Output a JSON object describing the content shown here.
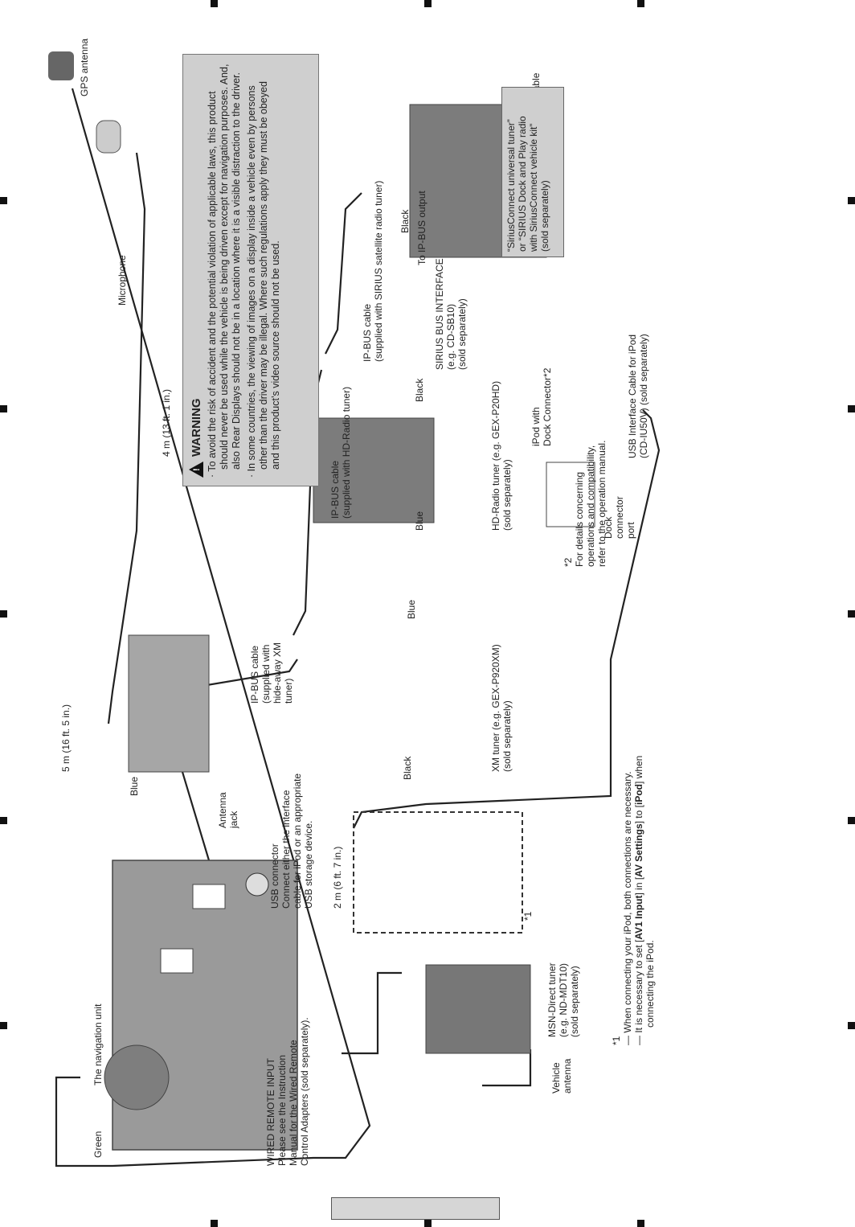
{
  "labels": {
    "gps_antenna": "GPS antenna",
    "microphone": "Microphone",
    "mic_length": "4 m (13 ft. 1 in.)",
    "gps_length": "5 m (16 ft. 5 in.)",
    "green": "Green",
    "nav_unit": "The navigation unit",
    "blue": "Blue",
    "black": "Black",
    "antenna_jack": "Antenna\njack",
    "ipbus_xm": "IP-BUS cable\n(supplied with\nhide-away XM\ntuner)",
    "ipbus_hd": "IP-BUS cable\n(supplied with HD-Radio tuner)",
    "ipbus_sirius": "IP-BUS cable\n(supplied with SIRIUS satellite radio tuner)",
    "xm_tuner": "XM tuner (e.g. GEX-P920XM)\n(sold separately)",
    "hd_tuner": "HD-Radio tuner (e.g. GEX-P20HD)\n(sold separately)",
    "sirius_bus": "SIRIUS BUS INTERFACE\n(e.g. CD-SB10)\n(sold separately)",
    "to_ipbus_output": "To IP-BUS output",
    "siriusconnect_cable": "SiriusConnect Cable\n(sold separately)",
    "sirius_note": "“SiriusConnect universal tuner”\nor “SIRIUS Dock and Play radio\nwith SiriusConnect vehicle kit”\n(sold separately)",
    "usb_connector": "USB connector\nConnect either the interface\ncable for iPod or an appropriate\nUSB storage device.",
    "usb_length": "2 m (6 ft. 7 in.)",
    "star1": "*1",
    "ipod": "iPod with\nDock Connector*2",
    "star2_note": "*2\nFor details concerning\noperations and compatibility,\nrefer to the operation manual.",
    "dock_port": "Dock\nconnector\nport",
    "usb_cable": "USB Interface Cable for iPod\n(CD-IU50V) (sold separately)",
    "msn_tuner": "MSN-Direct tuner\n(e.g. ND-MDT10)\n(sold separately)",
    "vehicle_antenna": "Vehicle\nantenna",
    "wired_remote": "WIRED REMOTE INPUT\nPlease see the Instruction\nManual for the Wired Remote\nControl Adapters (sold separately)."
  },
  "warning": {
    "title": "WARNING",
    "items": [
      "· To avoid the risk of accident and the potential violation of applicable laws, this product should never be used while the vehicle is being driven except for navigation purposes. And, also Rear Displays should not be in a location where it is a visible distraction to the driver.",
      "· In some countries, the viewing of images on a display inside a vehicle even by persons other than the driver may be illegal. Where such regulations apply they must be obeyed and this product’s video source should not be used."
    ]
  },
  "footnote": {
    "mark": "*1",
    "line1": "— When connecting your iPod, both connections are necessary.",
    "line2_pre": "— It is necessary to set [",
    "line2_b1": "AV1 Input",
    "line2_mid": "] in [",
    "line2_b2": "AV Settings",
    "line2_mid2": "] to [",
    "line2_b3": "iPod",
    "line2_post": "] when",
    "line3": "connecting the iPod."
  },
  "colors": {
    "warning_bg": "#cfcfcf",
    "device_gray": "#9a9a9a",
    "cable": "#222222"
  }
}
